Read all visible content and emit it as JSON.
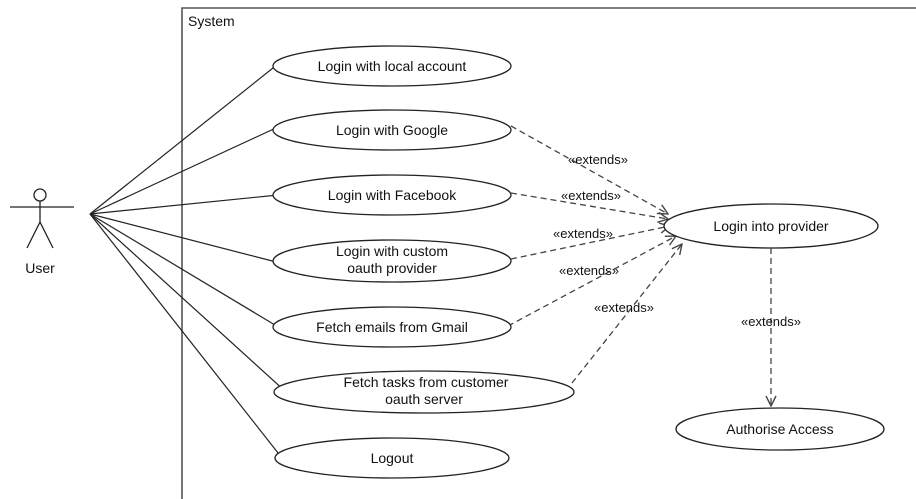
{
  "system": {
    "title": "System"
  },
  "actor": {
    "name": "User"
  },
  "use_cases": {
    "local": [
      "Login with local account"
    ],
    "google": [
      "Login with Google"
    ],
    "facebook": [
      "Login with Facebook"
    ],
    "custom": [
      "Login with custom",
      "oauth provider"
    ],
    "gmail": [
      "Fetch emails from Gmail"
    ],
    "tasks": [
      "Fetch tasks from customer",
      "oauth server"
    ],
    "logout": [
      "Logout"
    ],
    "provider": [
      "Login into provider"
    ],
    "authorise": [
      "Authorise Access"
    ]
  },
  "relations": {
    "extends_label": "«extends»"
  },
  "colors": {
    "stroke": "#222222",
    "dashed": "#444444",
    "frame": "#555555"
  }
}
